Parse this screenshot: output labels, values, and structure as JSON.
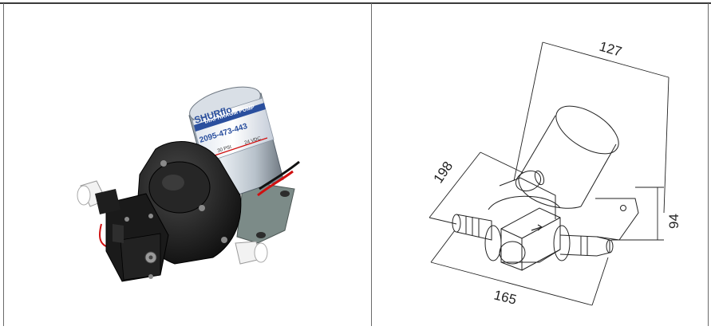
{
  "product_photo": {
    "label_brand": "SHURflo",
    "label_header": "DIAPHRAGM PUMP",
    "label_model": "2095-473-443",
    "label_voltage": "24 VDC",
    "label_pressure": "30 PSI"
  },
  "drawing": {
    "dim_length": "127",
    "dim_diagonal": "198",
    "dim_width": "165",
    "dim_height": "94"
  },
  "colors": {
    "pump_body": "#1e1e1e",
    "label_blue": "#2a4f9e",
    "wire_red": "#d01010",
    "fitting_white": "#f2f2f2",
    "bracket": "#7c8b88",
    "line": "#222222"
  }
}
